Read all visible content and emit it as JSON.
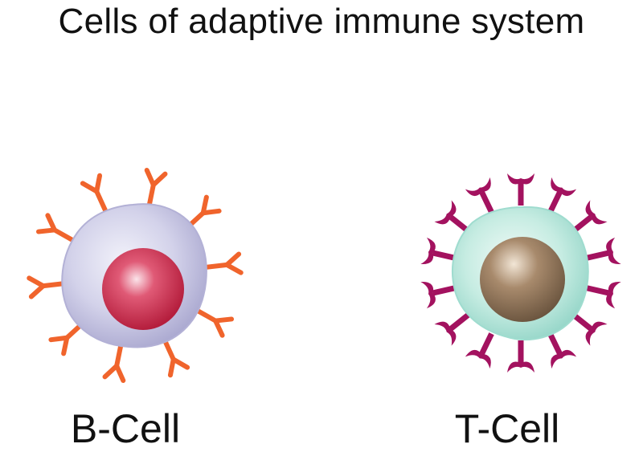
{
  "title": "Cells of adaptive immune system",
  "cells": [
    {
      "id": "b-cell",
      "label": "B-Cell",
      "receptor_type": "Y-shaped antibody",
      "receptor_count": 10,
      "colors": {
        "body": "#c9c8e4",
        "body_edge": "#a9a7cf",
        "nucleus": "#cc2f4c",
        "nucleus_highlight": "#f7d6df",
        "receptor": "#f0642c"
      }
    },
    {
      "id": "t-cell",
      "label": "T-Cell",
      "receptor_type": "curved receptor",
      "receptor_count": 14,
      "colors": {
        "body": "#b9e7dc",
        "body_edge": "#8fd3c5",
        "nucleus": "#8a6f55",
        "nucleus_highlight": "#e8d9c5",
        "receptor": "#a3125f"
      }
    }
  ]
}
